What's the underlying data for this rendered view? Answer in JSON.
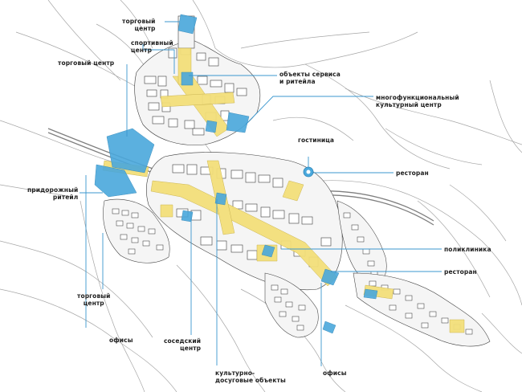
{
  "colors": {
    "background": "#ffffff",
    "street_lines": "#9a9a9a",
    "buildings": "#ffffff",
    "building_outline": "#3c3c3c",
    "commercial_zone": "#4aa8dc",
    "public_space": "#f3df7a",
    "leader_line": "#3b97cf",
    "label_text": "#1f1f1f"
  },
  "labels": {
    "mall_north": "торговый\nцентр",
    "sports_center": "спортивный\nцентр",
    "mall_west": "торговый центр",
    "service_retail": "объекты сервиса\nи ритейла",
    "multifunctional_culture": "многофункциональный\nкультурный центр",
    "hotel": "гостиница",
    "restaurant_east": "ресторан",
    "roadside_retail": "придорожный\nритейл",
    "clinic": "поликлиника",
    "restaurant_southeast": "ресторан",
    "mall_south": "торговый\nцентр",
    "offices_west": "офисы",
    "neighborhood_center": "соседский\nцентр",
    "cultural_leisure": "культурно-\nдосуговые объекты",
    "offices_south": "офисы"
  }
}
